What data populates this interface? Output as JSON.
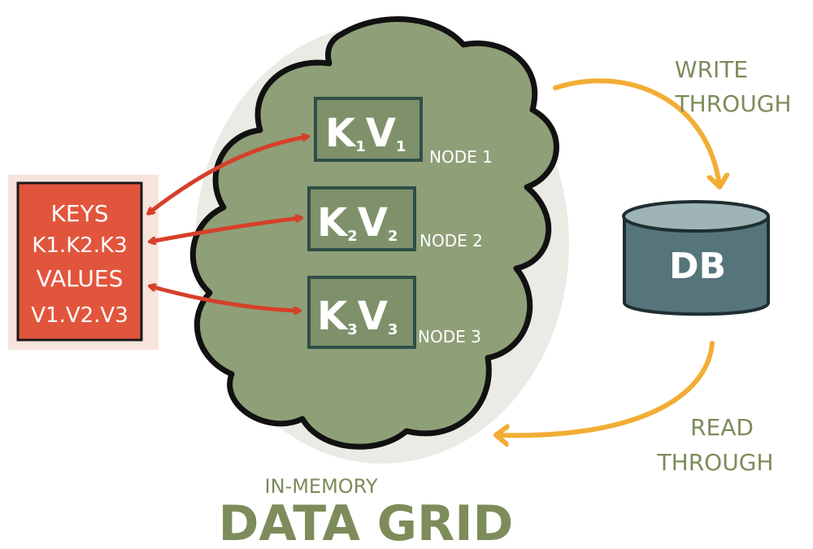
{
  "colors": {
    "cloud_fill": "#8f9f78",
    "cloud_stroke": "#111111",
    "node_box_stroke": "#2f4f47",
    "node_box_fill": "#7f916a",
    "key_box_fill": "#e2553d",
    "arrow_red": "#d6402a",
    "arrow_orange": "#f2ad35",
    "db_fill": "#55757a",
    "label_green": "#7d8c5a",
    "text_white": "#ffffff"
  },
  "client": {
    "lines": [
      "KEYS",
      "K1.K2.K3",
      "VALUES",
      "V1.V2.V3"
    ]
  },
  "nodes": [
    {
      "key": "K",
      "key_sub": "1",
      "val": "V",
      "val_sub": "1",
      "label": "NODE 1"
    },
    {
      "key": "K",
      "key_sub": "2",
      "val": "V",
      "val_sub": "2",
      "label": "NODE 2"
    },
    {
      "key": "K",
      "key_sub": "3",
      "val": "V",
      "val_sub": "3",
      "label": "NODE 3"
    }
  ],
  "database": {
    "label": "DB"
  },
  "write_through": {
    "line1": "WRITE",
    "line2": "THROUGH"
  },
  "read_through": {
    "line1": "READ",
    "line2": "THROUGH"
  },
  "grid_title": {
    "small": "IN-MEMORY",
    "big": "DATA GRID"
  }
}
